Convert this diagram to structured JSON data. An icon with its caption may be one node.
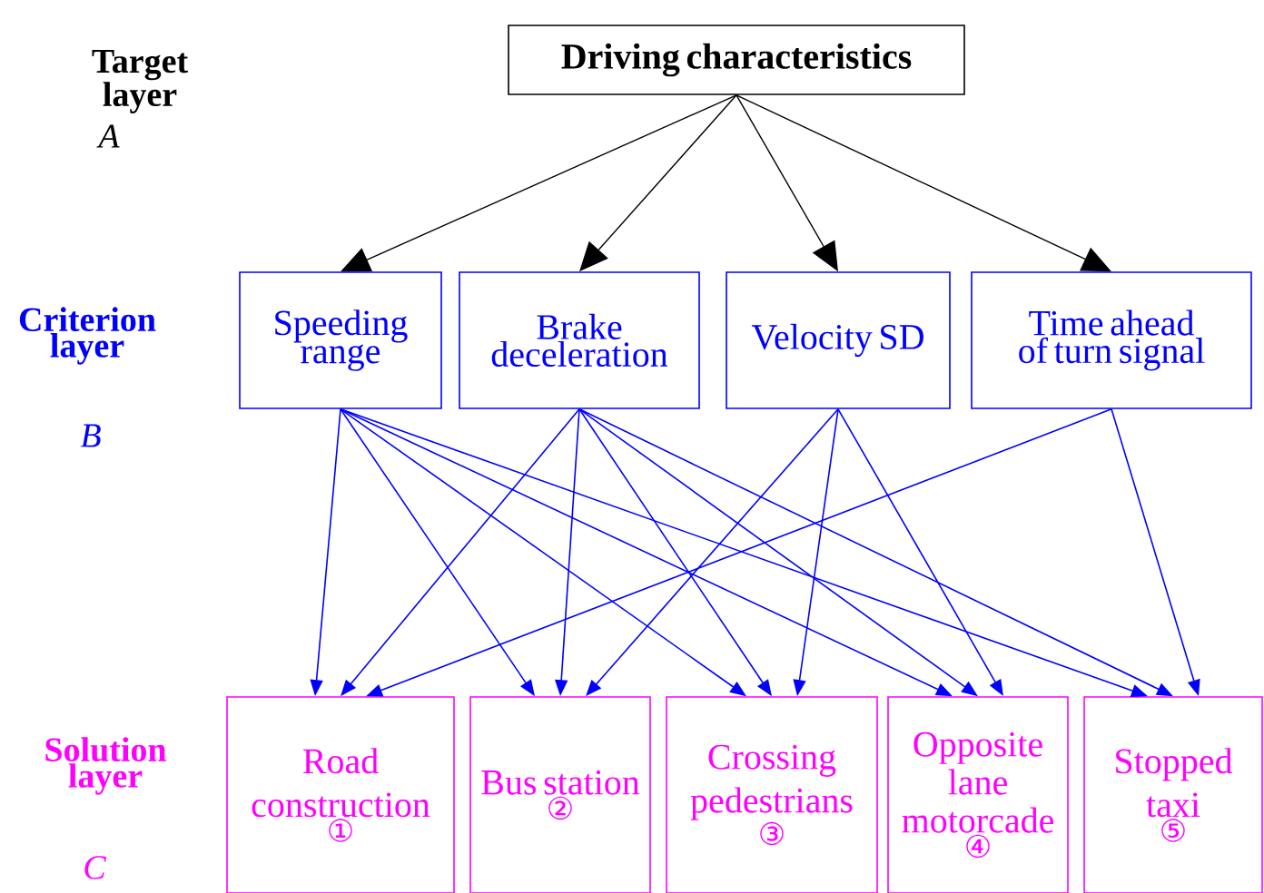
{
  "diagram": {
    "nodes": [
      {
        "text": [
          "Driving characteristics"
        ]
      },
      {
        "text": [
          "Speeding range"
        ]
      },
      {
        "text": [
          "Brake deceleration"
        ]
      },
      {
        "text": [
          "Velocity SD"
        ]
      },
      {
        "text": [
          "Time ahead of turn signal"
        ]
      },
      {
        "text": [
          "Road construction",
          "①"
        ]
      },
      {
        "text": [
          "Bus station",
          "②"
        ]
      },
      {
        "text": [
          "Crossing pedestrians",
          "③"
        ]
      },
      {
        "text": [
          "Opposite lane motorcade",
          "④"
        ]
      },
      {
        "text": [
          "Stopped taxi",
          "⑤"
        ]
      }
    ],
    "edges": [
      {
        "from": 0,
        "to": 1,
        "arrow": "to",
        "color": "#000000"
      },
      {
        "from": 0,
        "to": 2,
        "arrow": "to",
        "color": "#000000"
      },
      {
        "from": 0,
        "to": 3,
        "arrow": "to",
        "color": "#000000"
      },
      {
        "from": 0,
        "to": 4,
        "arrow": "to",
        "color": "#000000"
      },
      {
        "from": 1,
        "to": 5,
        "arrow": "to"
      },
      {
        "from": 1,
        "to": 6,
        "arrow": "to"
      },
      {
        "from": 1,
        "to": 7,
        "arrow": "to"
      },
      {
        "from": 1,
        "to": 8,
        "arrow": "to"
      },
      {
        "from": 1,
        "to": 9,
        "arrow": "to"
      },
      {
        "from": 2,
        "to": 5,
        "arrow": "to"
      },
      {
        "from": 2,
        "to": 6,
        "arrow": "to"
      },
      {
        "from": 2,
        "to": 7,
        "arrow": "to"
      },
      {
        "from": 2,
        "to": 8,
        "arrow": "to"
      },
      {
        "from": 2,
        "to": 9,
        "arrow": "to"
      },
      {
        "from": 3,
        "to": 6,
        "arrow": "to"
      },
      {
        "from": 3,
        "to": 7,
        "arrow": "to"
      },
      {
        "from": 3,
        "to": 8,
        "arrow": "to"
      },
      {
        "from": 4,
        "to": 5,
        "arrow": "to"
      },
      {
        "from": 4,
        "to": 9,
        "arrow": "to"
      }
    ],
    "labels": [
      "Target layer",
      "A",
      "Criterion layer",
      "B",
      "Solution layer",
      "C"
    ]
  }
}
